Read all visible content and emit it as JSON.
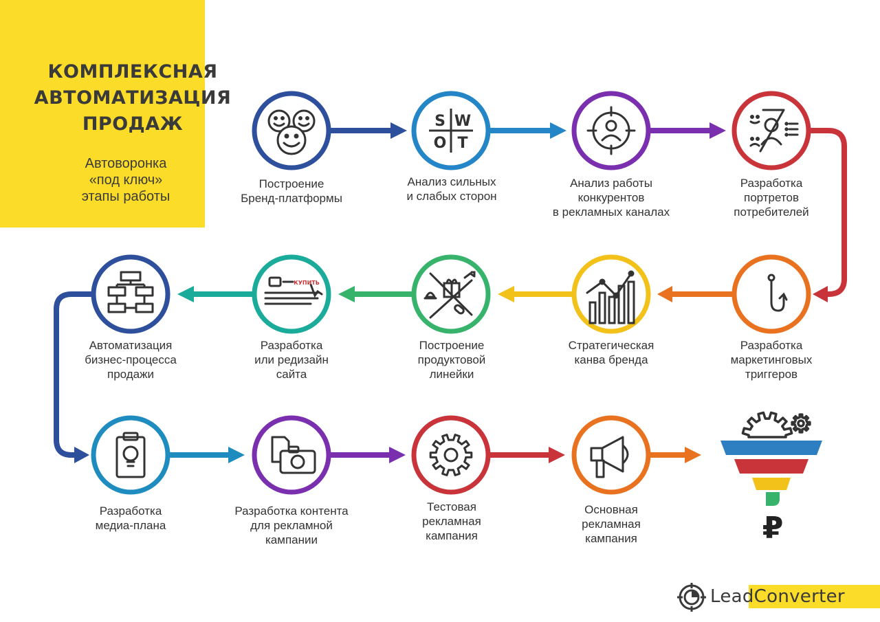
{
  "header": {
    "title_lines": [
      "КОМПЛЕКСНАЯ",
      "АВТОМАТИЗАЦИЯ",
      "ПРОДАЖ"
    ],
    "subtitle_lines": [
      "Автоворонка",
      "«под ключ»",
      "этапы работы"
    ]
  },
  "steps": [
    {
      "icon": "faces-icon",
      "color": "#2e4f9c",
      "lines": [
        "Построение",
        "Бренд-платформы"
      ]
    },
    {
      "icon": "swot-icon",
      "color": "#2486c6",
      "lines": [
        "Анализ сильных",
        "и слабых сторон"
      ],
      "swot_letters": [
        "S",
        "W",
        "O",
        "T"
      ]
    },
    {
      "icon": "target-person-icon",
      "color": "#7a2fae",
      "lines": [
        "Анализ работы",
        "конкурентов",
        "в рекламных каналах"
      ]
    },
    {
      "icon": "consumer-portrait-icon",
      "color": "#c8343a",
      "lines": [
        "Разработка",
        "портретов",
        "потребителей"
      ]
    },
    {
      "icon": "hook-icon",
      "color": "#e8721f",
      "lines": [
        "Разработка",
        "маркетинговых",
        "триггеров"
      ]
    },
    {
      "icon": "growth-chart-icon",
      "color": "#f2c21a",
      "lines": [
        "Стратегическая",
        "канва бренда"
      ]
    },
    {
      "icon": "product-line-icon",
      "color": "#38b36b",
      "lines": [
        "Построение",
        "продуктовой",
        "линейки"
      ]
    },
    {
      "icon": "website-icon",
      "color": "#1bab9a",
      "lines": [
        "Разработка",
        "или редизайн",
        "сайта"
      ],
      "button_text": "КУПИТЬ"
    },
    {
      "icon": "flowchart-icon",
      "color": "#2e4f9c",
      "lines": [
        "Автоматизация",
        "бизнес-процесса",
        "продажи"
      ]
    },
    {
      "icon": "clipboard-bulb-icon",
      "color": "#1f8cc0",
      "lines": [
        "Разработка",
        "медиа-плана"
      ]
    },
    {
      "icon": "files-camera-icon",
      "color": "#7a2fae",
      "lines": [
        "Разработка контента",
        "для рекламной",
        "кампании"
      ]
    },
    {
      "icon": "gear-icon",
      "color": "#c8343a",
      "lines": [
        "Тестовая",
        "рекламная",
        "кампания"
      ]
    },
    {
      "icon": "megaphone-icon",
      "color": "#e8721f",
      "lines": [
        "Основная",
        "рекламная",
        "кампания"
      ]
    }
  ],
  "funnel": {
    "icon": "sales-funnel-icon",
    "currency": "₽",
    "colors": [
      "#2e7fc1",
      "#c8343a",
      "#f2c21a",
      "#38b36b"
    ]
  },
  "logo": {
    "part1": "Lead",
    "part2": "Converter"
  }
}
